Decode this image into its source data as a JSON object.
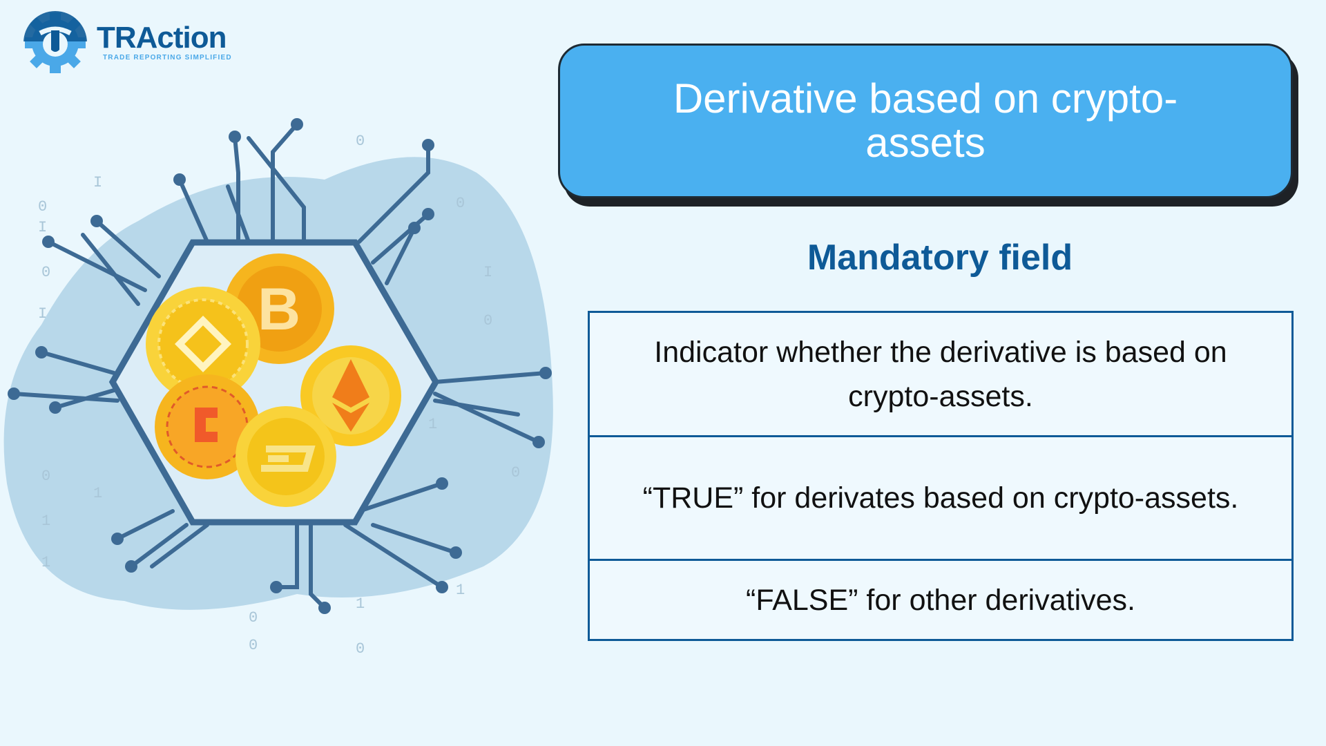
{
  "logo": {
    "name": "TRAction",
    "tagline": "TRADE REPORTING SIMPLIFIED"
  },
  "title": "Derivative based on crypto-assets",
  "subtitle": "Mandatory field",
  "rows": [
    "Indicator whether the derivative is based on crypto-assets.",
    "“TRUE” for derivates based on crypto-assets.",
    "“FALSE” for other derivatives."
  ],
  "colors": {
    "primary": "#0e5a97",
    "accent": "#4ab0f0",
    "background": "#eaf7fd"
  }
}
